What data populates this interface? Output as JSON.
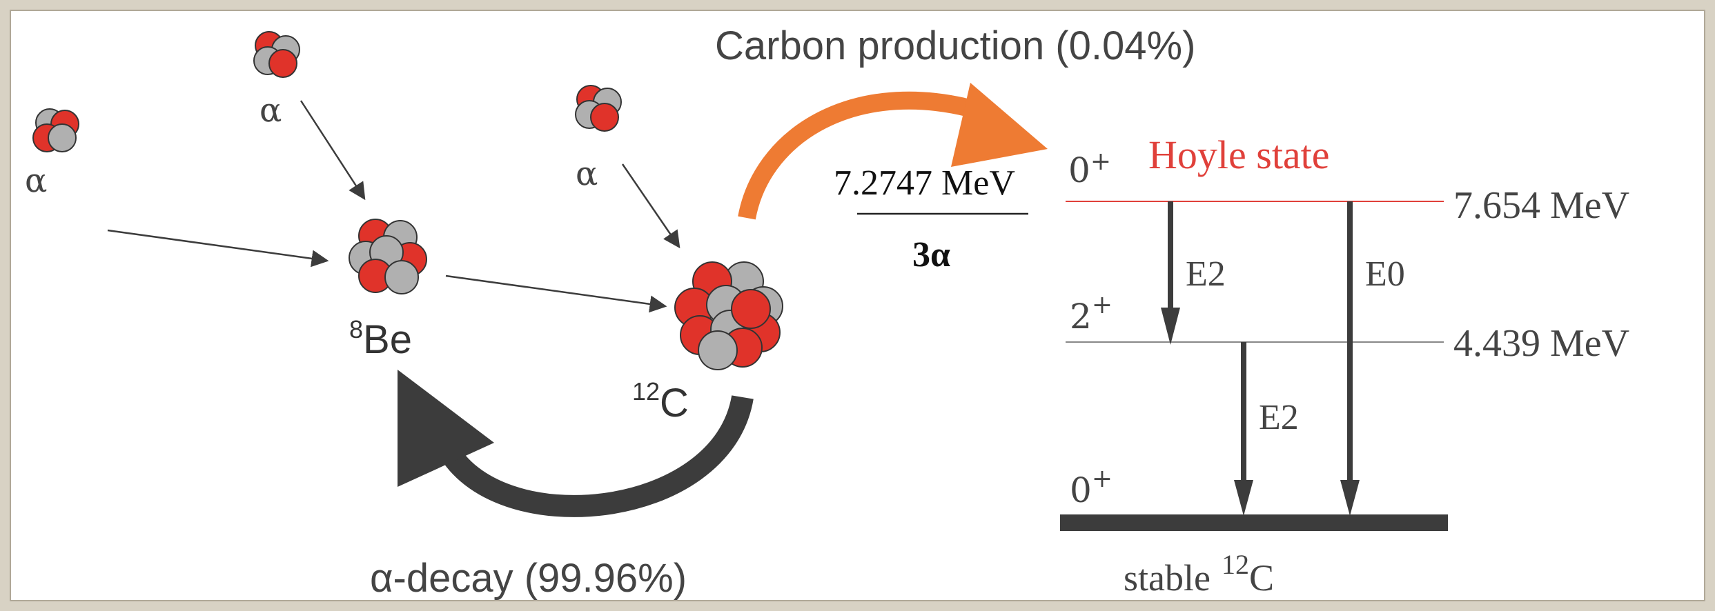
{
  "left_diagram": {
    "alpha_symbol": "α",
    "be_mass": "8",
    "be_symbol": "Be",
    "c_mass": "12",
    "c_symbol": "C",
    "carbon_production_label": "Carbon production (0.04%)",
    "alpha_decay_label": "α-decay (99.96%)"
  },
  "threshold": {
    "energy": "7.2747 MeV",
    "label": "3α"
  },
  "level_scheme": {
    "hoyle": {
      "spin": "0",
      "parity": "+",
      "name": "Hoyle state",
      "energy": "7.654 MeV"
    },
    "first_excited": {
      "spin": "2",
      "parity": "+",
      "energy": "4.439 MeV"
    },
    "ground": {
      "spin": "0",
      "parity": "+",
      "name_prefix": "stable",
      "mass": "12",
      "symbol": "C"
    },
    "transitions": {
      "hoyle_to_first": "E2",
      "hoyle_to_ground": "E0",
      "first_to_ground": "E2"
    }
  },
  "colors": {
    "proton_red": "#e0332a",
    "neutron_gray": "#b0b0b0",
    "orange_arrow": "#ee7b33",
    "dark_arrow": "#3c3c3c",
    "hoyle_red": "#e0403a"
  }
}
